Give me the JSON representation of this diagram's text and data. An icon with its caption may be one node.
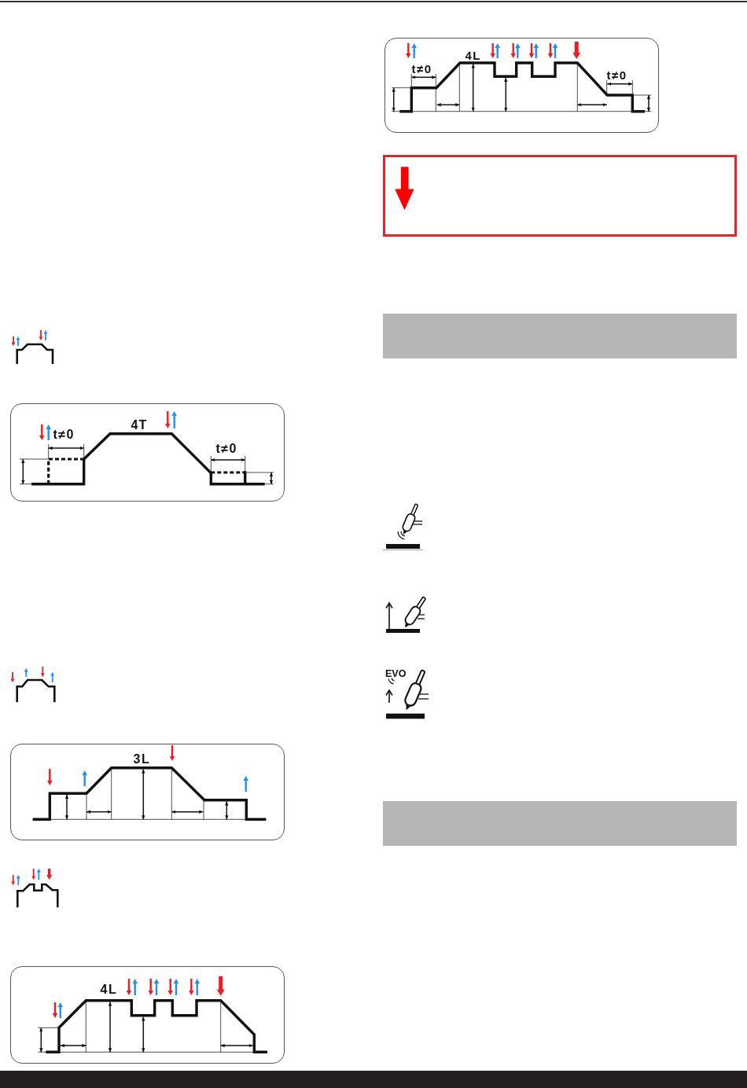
{
  "diagram": {
    "nodes": [
      {
        "text": [
          "t≠0",
          "4T",
          "t≠0"
        ]
      },
      {
        "text": [
          "3L"
        ]
      },
      {
        "text": [
          "4L"
        ]
      },
      {
        "text": [
          "t≠0",
          "4L",
          "t≠0"
        ]
      }
    ],
    "labels": [
      "EVO"
    ]
  }
}
